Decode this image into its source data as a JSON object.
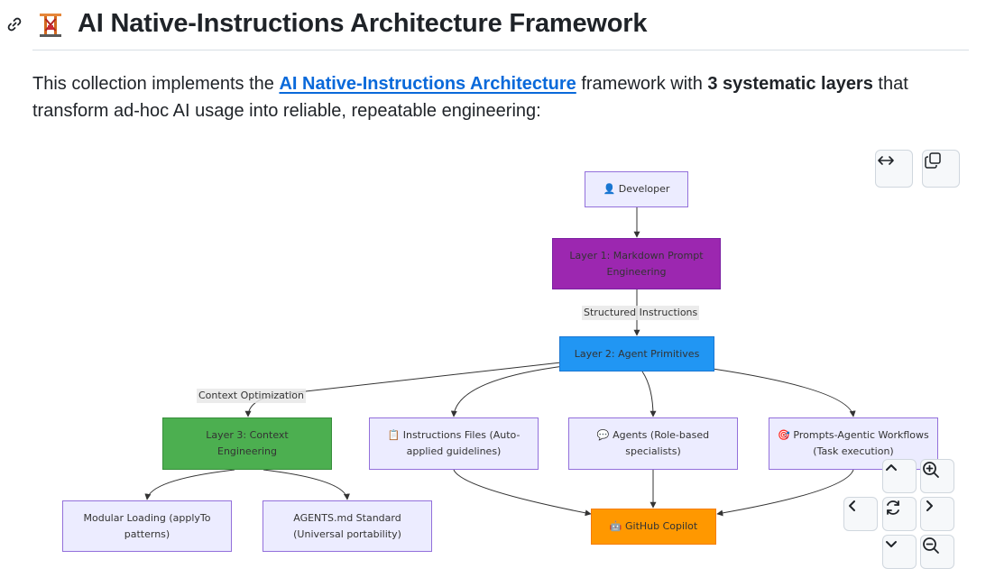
{
  "heading": {
    "link_icon": "link-icon",
    "emoji_icon": "construction-crane-emoji",
    "title": "AI Native-Instructions Architecture Framework"
  },
  "intro": {
    "text_before": "This collection implements the ",
    "link_text": "AI Native-Instructions Architecture",
    "text_middle": " framework with ",
    "bold_text": "3 systematic layers",
    "text_after": " that transform ad-hoc AI usage into reliable, repeatable engineering:"
  },
  "diagram": {
    "nodes": {
      "developer": "👤 Developer",
      "layer1": "Layer 1: Markdown Prompt Engineering",
      "layer2": "Layer 2: Agent Primitives",
      "layer3": "Layer 3: Context Engineering",
      "instructions": "📋 Instructions Files (Auto-applied guidelines)",
      "agents": "💬 Agents (Role-based specialists)",
      "prompts": "🎯 Prompts-Agentic Workflows (Task execution)",
      "modular": "Modular Loading (applyTo patterns)",
      "agentsmd": "AGENTS.md Standard (Universal portability)",
      "copilot": "🤖 GitHub Copilot"
    },
    "edge_labels": {
      "structured": "Structured Instructions",
      "context": "Context Optimization"
    },
    "colors": {
      "layer1": "#9c27b0",
      "layer2": "#2196f3",
      "layer3": "#4caf50",
      "copilot": "#ff9800",
      "default_fill": "#ececff",
      "default_border": "#9370db"
    }
  },
  "controls": {
    "expand": "expand-horizontal-icon",
    "copy": "copy-icon",
    "pan_up": "chevron-up-icon",
    "zoom_in": "zoom-in-icon",
    "pan_left": "chevron-left-icon",
    "reset": "reset-icon",
    "pan_right": "chevron-right-icon",
    "pan_down": "chevron-down-icon",
    "zoom_out": "zoom-out-icon"
  }
}
